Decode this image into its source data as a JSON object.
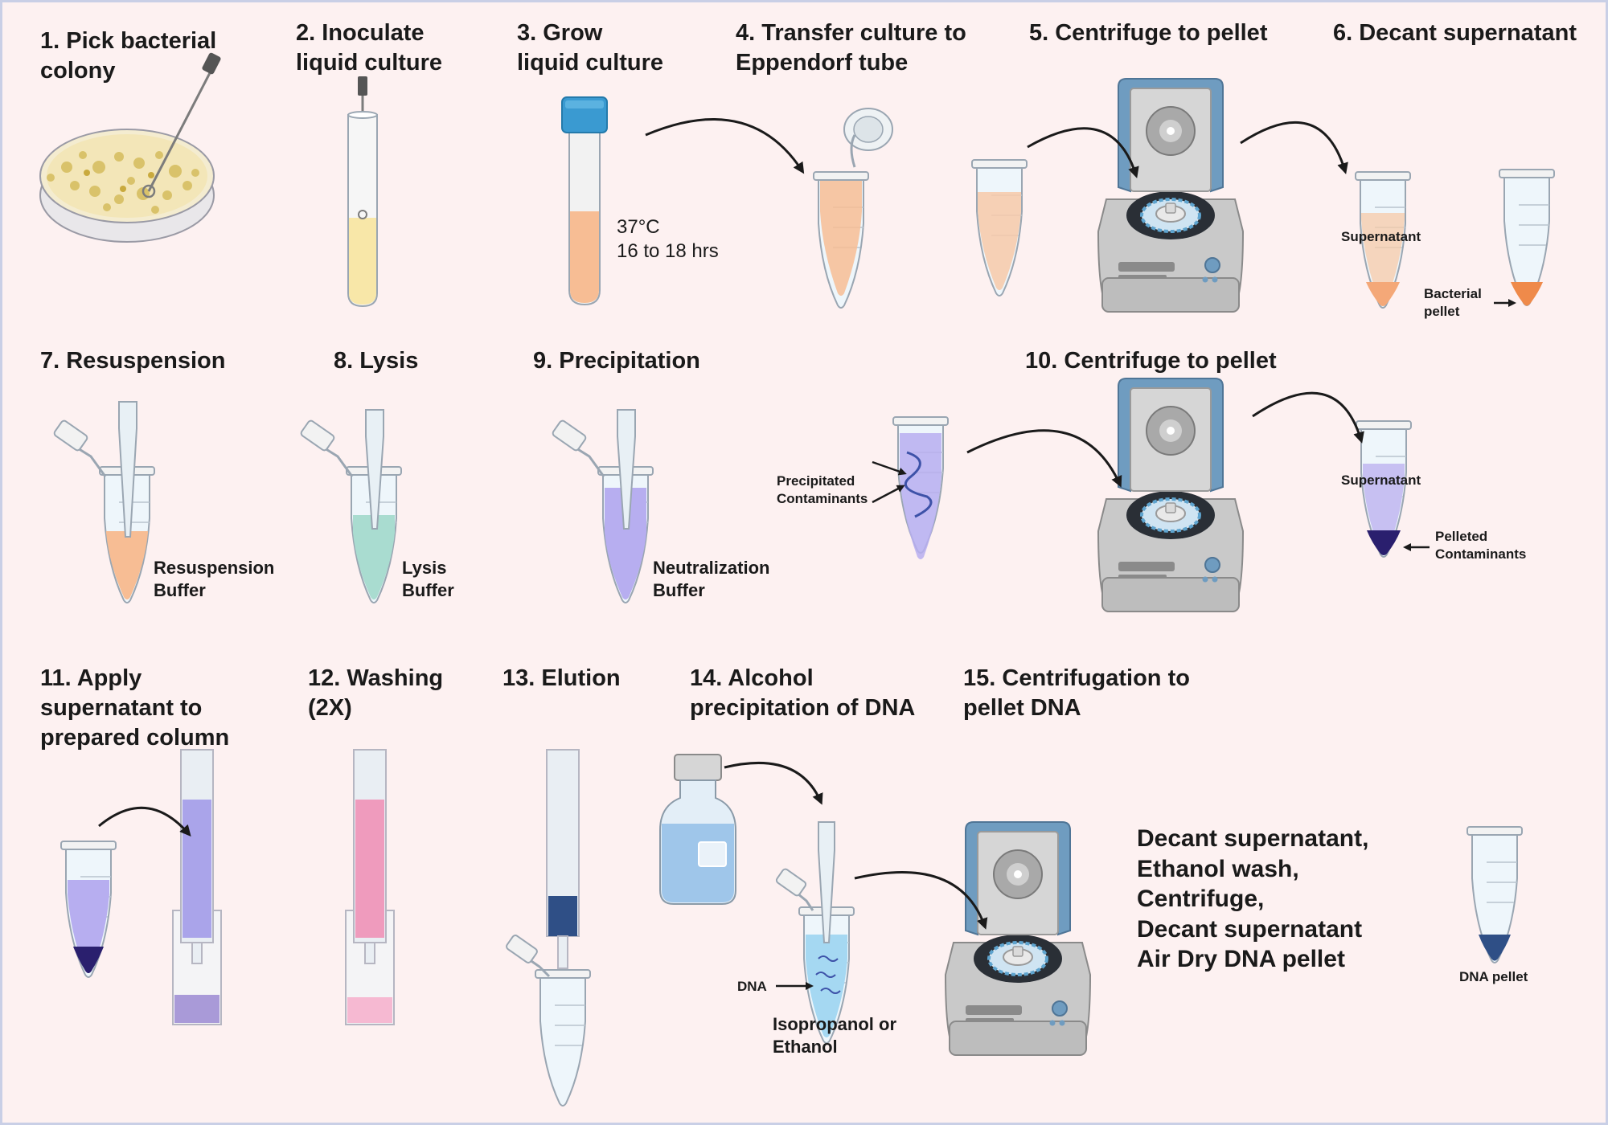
{
  "steps": {
    "s1": "1. Pick bacterial\ncolony",
    "s2": "2. Inoculate\nliquid culture",
    "s3": "3. Grow\nliquid culture",
    "s4": "4. Transfer culture to\nEppendorf tube",
    "s5": "5. Centrifuge to pellet",
    "s6": "6. Decant supernatant",
    "s7": "7. Resuspension",
    "s8": "8. Lysis",
    "s9": "9. Precipitation",
    "s10": "10. Centrifuge to pellet",
    "s11": "11. Apply\nsupernatant to\nprepared column",
    "s12": "12. Washing\n(2X)",
    "s13": "13. Elution",
    "s14": "14. Alcohol\nprecipitation of DNA",
    "s15": "15. Centrifugation to\npellet DNA"
  },
  "labels": {
    "growth_conditions": "37°C\n16 to 18 hrs",
    "supernatant_1": "Supernatant",
    "bacterial_pellet": "Bacterial\npellet",
    "resuspension_buffer": "Resuspension\nBuffer",
    "lysis_buffer": "Lysis\nBuffer",
    "neutralization_buffer": "Neutralization\nBuffer",
    "precipitated_contaminants": "Precipitated\nContaminants",
    "supernatant_2": "Supernatant",
    "pelleted_contaminants": "Pelleted\nContaminants",
    "dna": "DNA",
    "alcohol": "Isopropanol or\nEthanol",
    "final_steps": "Decant supernatant,\nEthanol wash,\nCentrifuge,\nDecant supernatant\nAir Dry DNA pellet",
    "dna_pellet": "DNA pellet"
  },
  "colors": {
    "background": "#fdf1f1",
    "culture": "#f7bd94",
    "lysis": "#a9dcd0",
    "neutral": "#b7aef0",
    "pink": "#ef9bbd",
    "blue": "#2f4f86",
    "centrifuge_lid": "#6f9cc0"
  }
}
